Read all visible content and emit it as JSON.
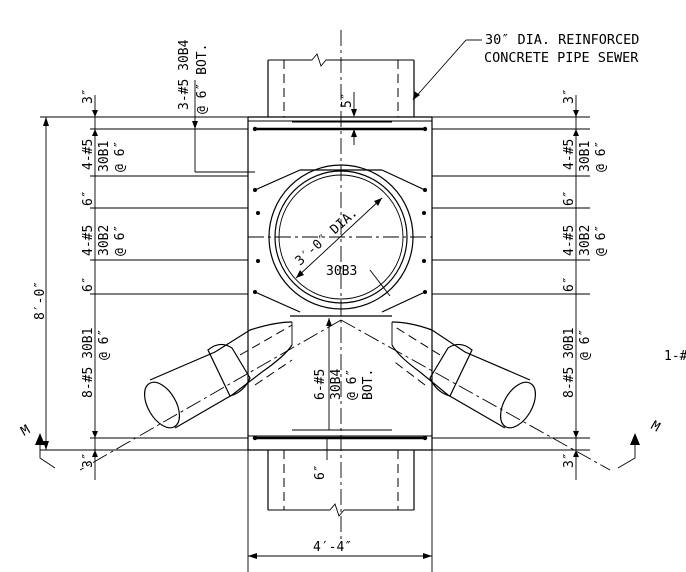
{
  "note": {
    "line1": "30″ DIA. REINFORCED",
    "line2": "CONCRETE PIPE SEWER"
  },
  "dims": {
    "top_left_3": "3″",
    "top_right_3": "3″",
    "bot_left_3": "3″",
    "bot_right_3": "3″",
    "left_6a": "6″",
    "left_6b": "6″",
    "right_6a": "6″",
    "right_6b": "6″",
    "top_5": "5″",
    "bottom_6": "6″",
    "overall_height": "8′-0″",
    "overall_width": "4′-4″",
    "pipe_dia": "3′-0″ DIA."
  },
  "bars": {
    "top_bot_bar": "3-#5 30B4",
    "top_bot_spacing": "@ 6″ BOT.",
    "left_30b1_top_a": "4-#5",
    "left_30b1_top_b": "30B1",
    "left_30b1_top_c": "@ 6″",
    "right_30b1_top_a": "4-#5",
    "right_30b1_top_b": "30B1",
    "right_30b1_top_c": "@ 6″",
    "left_30b2_a": "4-#5",
    "left_30b2_b": "30B2",
    "left_30b2_c": "@ 6″",
    "right_30b2_a": "4-#5",
    "right_30b2_b": "30B2",
    "right_30b2_c": "@ 6″",
    "left_30b1_bot_a": "8-#5 30B1",
    "left_30b1_bot_b": "@ 6″",
    "right_30b1_bot_a": "8-#5 30B1",
    "right_30b1_bot_b": "@ 6″",
    "hoop": "30B3",
    "center_a": "6-#5",
    "center_b": "30B4",
    "center_c": "@ 6″",
    "center_d": "BOT."
  },
  "section": {
    "left": "M",
    "right": "M"
  },
  "edge_text": "1-#"
}
